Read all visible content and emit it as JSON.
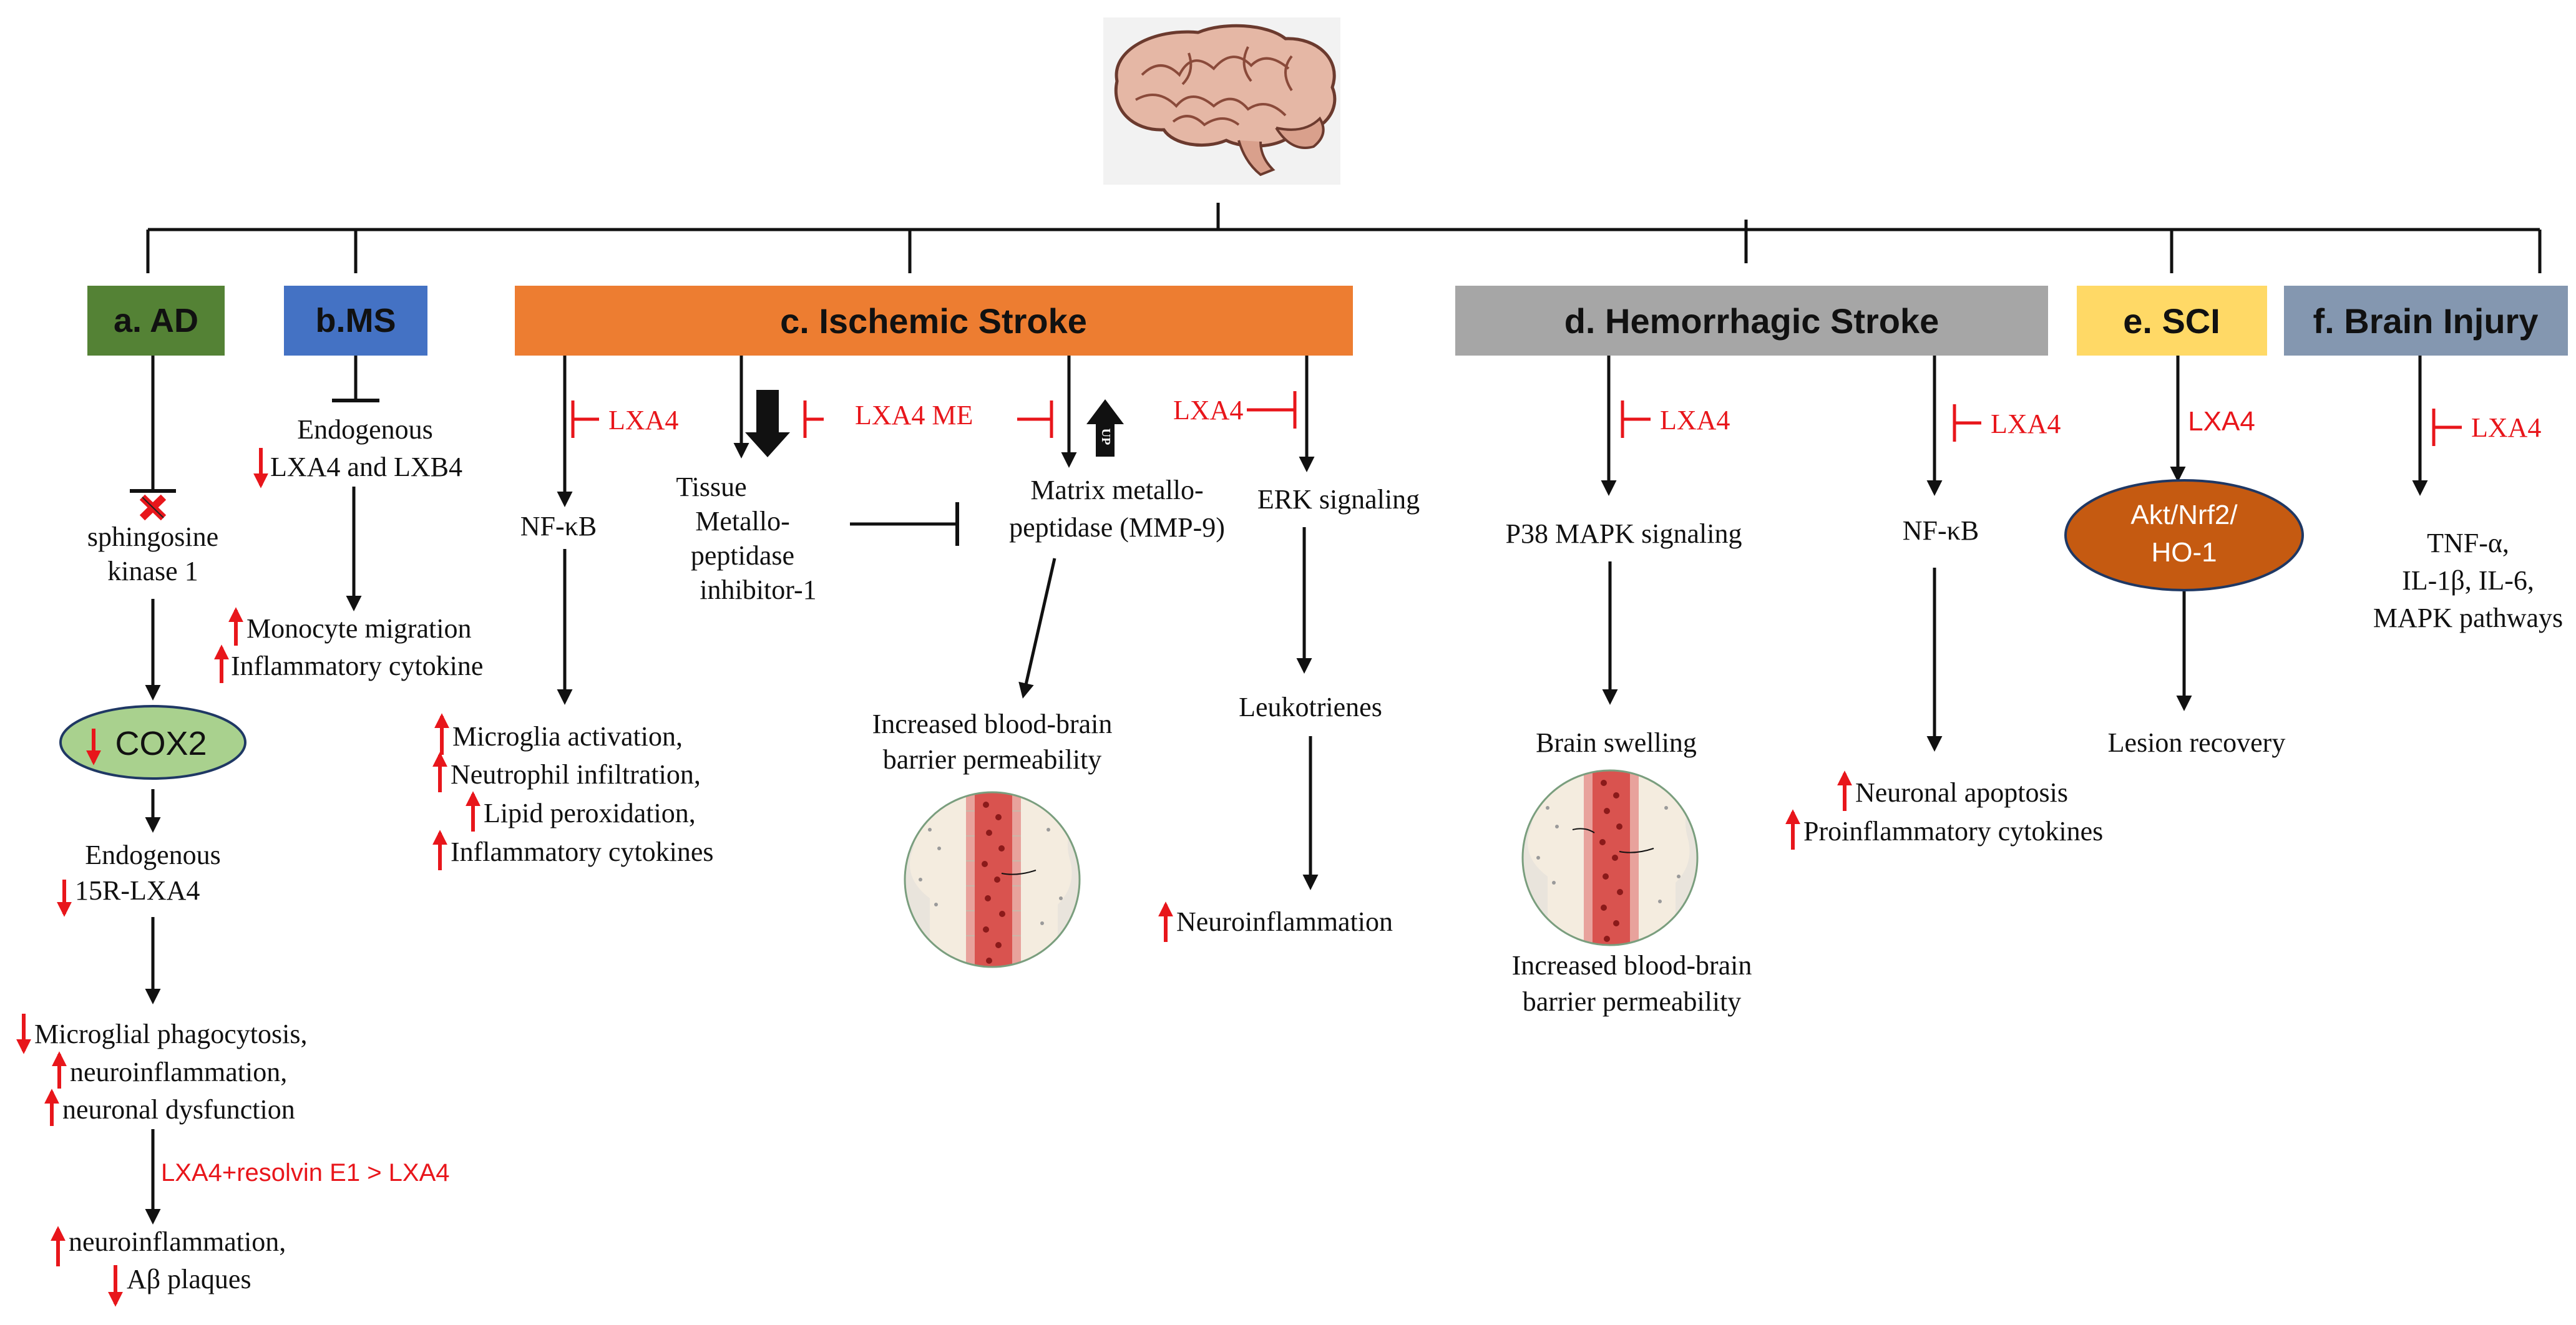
{
  "colors": {
    "ad": "#548235",
    "ms": "#4472c4",
    "ischemic": "#ed7d31",
    "hemorrhagic": "#a6a6a6",
    "sci": "#ffd966",
    "brain_injury": "#8497b0",
    "red": "#e8161b",
    "cox2_fill": "#a9d18e",
    "akt_fill": "#c55a11"
  },
  "headers": {
    "ad": "a. AD",
    "ms": "b.MS",
    "ischemic": "c. Ischemic Stroke",
    "hemorrhagic": "d. Hemorrhagic Stroke",
    "sci": "e. SCI",
    "brain_injury": "f. Brain Injury"
  },
  "ad": {
    "sphingosine_1": "sphingosine",
    "sphingosine_2": "kinase 1",
    "cox2": "COX2",
    "endogenous": "Endogenous",
    "lxa4": "15R-LXA4",
    "effects_1": "Microglial phagocytosis,",
    "effects_2": "neuroinflammation,",
    "effects_3": "neuronal dysfunction",
    "combo": "LXA4+resolvin E1 > LXA4",
    "final_1": "neuroinflammation,",
    "final_2": "Aβ plaques"
  },
  "ms": {
    "endogenous": "Endogenous",
    "lxa_lxb": "LXA4 and LXB4",
    "effect_1": "Monocyte migration",
    "effect_2": "Inflammatory cytokine"
  },
  "ischemic": {
    "lxa4_nfkb": "LXA4",
    "nfkb": "NF-κB",
    "effects_1": "Microglia activation,",
    "effects_2": "Neutrophil infiltration,",
    "effects_3": "Lipid peroxidation,",
    "effects_4": "Inflammatory cytokines",
    "down_label": "DOWN",
    "up_label": "UP",
    "lxa4_me": "LXA4 ME",
    "timp_1": "Tissue",
    "timp_2": "Metallo-",
    "timp_3": "peptidase",
    "timp_4": "inhibitor-1",
    "mmp_1": "Matrix metallo-",
    "mmp_2": "peptidase (MMP-9)",
    "bbb_1": "Increased blood-brain",
    "bbb_2": "barrier permeability",
    "lxa4_erk": "LXA4",
    "erk": "ERK signaling",
    "leukotrienes": "Leukotrienes",
    "neuroinflammation": "Neuroinflammation"
  },
  "hemorrhagic": {
    "lxa4_p38": "LXA4",
    "p38": "P38 MAPK signaling",
    "swelling": "Brain swelling",
    "bbb_1": "Increased blood-brain",
    "bbb_2": "barrier permeability",
    "lxa4_nfkb": "LXA4",
    "nfkb": "NF-κB",
    "effect_1": "Neuronal apoptosis",
    "effect_2": "Proinflammatory cytokines"
  },
  "sci": {
    "lxa4": "LXA4",
    "akt_1": "Akt/Nrf2/",
    "akt_2": "HO-1",
    "recovery": "Lesion recovery"
  },
  "brain_injury": {
    "lxa4": "LXA4",
    "targets_1": "TNF-α,",
    "targets_2": "IL-1β, IL-6,",
    "targets_3": "MAPK pathways"
  },
  "icons": {
    "brain": "brain-icon",
    "vessel": "blood-vessel-icon",
    "red_x": "red-x-icon"
  }
}
